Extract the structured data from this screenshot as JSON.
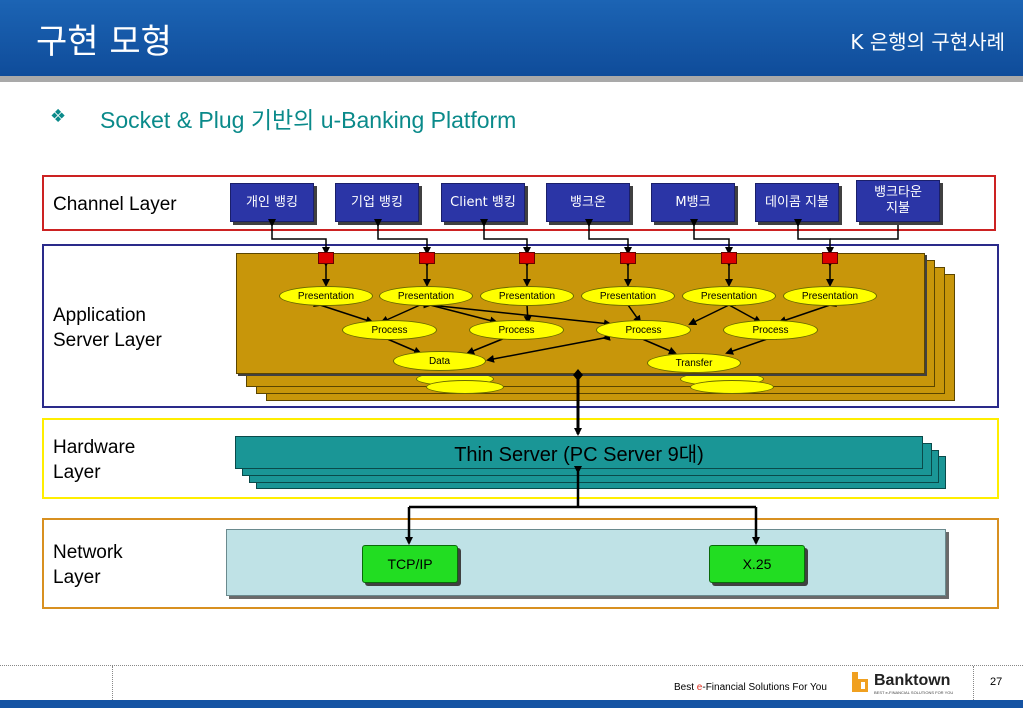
{
  "header": {
    "title": "구현 모형",
    "subtitle": "K 은행의 구현사례"
  },
  "heading": {
    "bullet": "❖",
    "text": "Socket & Plug 기반의 u-Banking Platform"
  },
  "colors": {
    "header": "#1c64b4",
    "channel_border": "#cc2222",
    "app_border": "#2a2a8a",
    "hardware_border": "#ffee00",
    "network_border": "#d89020",
    "channel_button": "#2b35a6",
    "app_panel": "#c8960a",
    "node": "#ffff00",
    "server": "#1a9696",
    "network_button": "#22dd22"
  },
  "layers": {
    "channel": {
      "label": "Channel Layer",
      "buttons": [
        "개인 뱅킹",
        "기업 뱅킹",
        "Client 뱅킹",
        "뱅크온",
        "M뱅크",
        "데이콤 지불",
        "뱅크타운\n지불"
      ]
    },
    "application": {
      "label": "Application\nServer Layer",
      "presentation": [
        "Presentation",
        "Presentation",
        "Presentation",
        "Presentation",
        "Presentation",
        "Presentation"
      ],
      "process": [
        "Process",
        "Process",
        "Process",
        "Process"
      ],
      "data": "Data",
      "transfer": "Transfer"
    },
    "hardware": {
      "label": "Hardware\nLayer",
      "server": "Thin Server (PC Server 9대)"
    },
    "network": {
      "label": "Network\nLayer",
      "protocols": [
        "TCP/IP",
        "X.25"
      ]
    }
  },
  "footer": {
    "slogan_pre": "Best ",
    "slogan_e": "e",
    "slogan_post": "-Financial Solutions For You",
    "logo": "Banktown",
    "logo_tag": "BEST e-FINANCIAL SOLUTIONS FOR YOU",
    "page": "27"
  }
}
